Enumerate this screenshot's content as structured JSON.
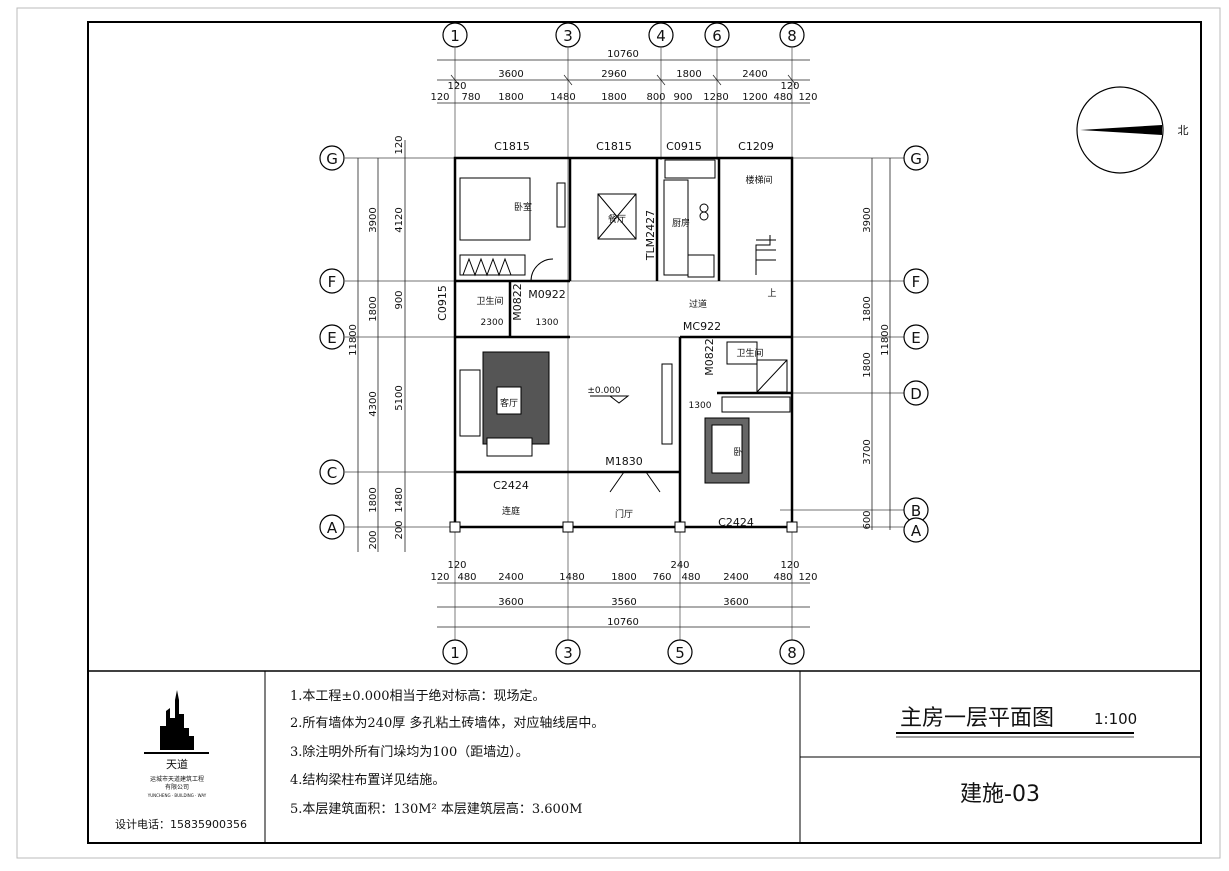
{
  "axes": {
    "top": [
      "1",
      "3",
      "4",
      "6",
      "8"
    ],
    "bottom": [
      "1",
      "3",
      "5",
      "8"
    ],
    "left": [
      "G",
      "F",
      "E",
      "C",
      "A"
    ],
    "right": [
      "G",
      "F",
      "E",
      "D",
      "B",
      "A"
    ]
  },
  "dims": {
    "top_total": "10760",
    "top_row2": [
      "3600",
      "2960",
      "1800",
      "2400"
    ],
    "top_row3": [
      "120",
      "780",
      "1800",
      "1480",
      "1800",
      "800",
      "900",
      "1280",
      "1200",
      "480",
      "120"
    ],
    "top_small": [
      "120",
      "120"
    ],
    "bottom_total": "10760",
    "bottom_row2": [
      "3600",
      "3560",
      "3600"
    ],
    "bottom_row3": [
      "120",
      "480",
      "2400",
      "1480",
      "1800",
      "760",
      "480",
      "2400",
      "480",
      "120"
    ],
    "bottom_small": [
      "120",
      "240",
      "120"
    ],
    "left_outer": "11800",
    "left_mid": [
      "3900",
      "1800",
      "4300",
      "1800",
      "200"
    ],
    "left_inner": [
      "120",
      "4120",
      "900",
      "5100",
      "1480",
      "200"
    ],
    "right_outer": "11800",
    "right_mid": [
      "3900",
      "1800",
      "1800",
      "3700",
      "600"
    ]
  },
  "labels": {
    "windows": [
      "C1815",
      "C1815",
      "C0915",
      "C1209",
      "C2424",
      "C2424",
      "C0915"
    ],
    "doors": [
      "M0922",
      "M0822",
      "MC922",
      "M0822",
      "M1830",
      "TLM2427"
    ],
    "rooms": [
      "卧室",
      "餐厅",
      "厨房",
      "楼梯间",
      "卫生间",
      "客厅",
      "过道",
      "卫生间",
      "卧",
      "连庭",
      "门厅"
    ],
    "misc": [
      "2300",
      "1300",
      "1300",
      "上"
    ],
    "level": "±0.000"
  },
  "north": "北",
  "title_block": {
    "company_mark": "天道",
    "company_name": "运城市天道建筑工程",
    "company_name2": "有限公司",
    "company_en": "YUNCHENG · BUILDING · WAY",
    "phone": "设计电话：15835900356",
    "notes": [
      "1.本工程±0.000相当于绝对标高：现场定。",
      "2.所有墙体为240厚 多孔粘土砖墙体，对应轴线居中。",
      "3.除注明外所有门垛均为100（距墙边）。",
      "4.结构梁柱布置详见结施。",
      "5.本层建筑面积：130M² 本层建筑层高：3.600M"
    ],
    "title": "主房一层平面图",
    "scale": "1:100",
    "drawing_no": "建施-03"
  }
}
